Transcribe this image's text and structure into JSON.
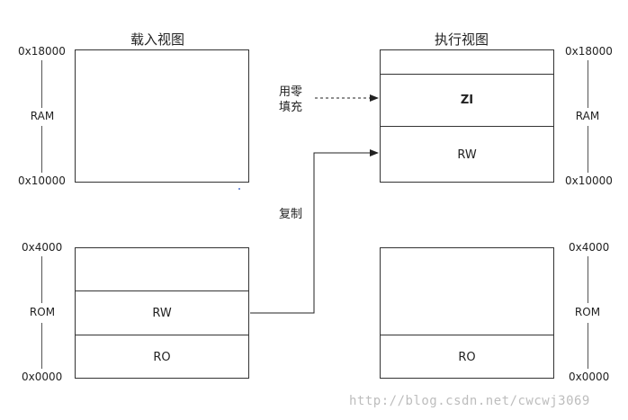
{
  "load_view": {
    "title": "载入视图",
    "ram": {
      "top_addr": "0x18000",
      "label": "RAM",
      "bottom_addr": "0x10000"
    },
    "rom": {
      "top_addr": "0x4000",
      "label": "ROM",
      "bottom_addr": "0x0000",
      "segments": [
        "",
        "RW",
        "RO"
      ]
    }
  },
  "exec_view": {
    "title": "执行视图",
    "ram": {
      "top_addr": "0x18000",
      "label": "RAM",
      "bottom_addr": "0x10000",
      "segments": [
        "",
        "ZI",
        "RW"
      ]
    },
    "rom": {
      "top_addr": "0x4000",
      "label": "ROM",
      "bottom_addr": "0x0000",
      "segments": [
        "",
        "RO"
      ]
    }
  },
  "annotations": {
    "zero_fill": [
      "用零",
      "填充"
    ],
    "copy": "复制"
  },
  "watermark": "http://blog.csdn.net/cwcwj3069"
}
